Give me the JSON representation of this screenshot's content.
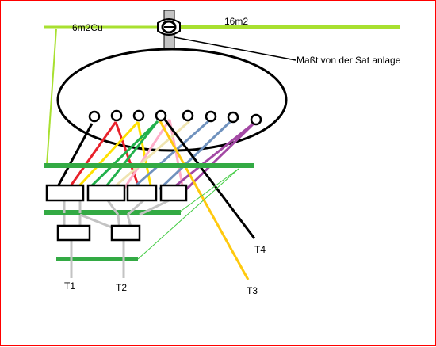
{
  "labels": {
    "wire_left": "6m2Cu",
    "wire_right": "16m2",
    "mast_note": "Maßt von der Sat anlage",
    "t1": "T1",
    "t2": "T2",
    "t3": "T3",
    "t4": "T4"
  },
  "colors": {
    "frame": "#ff0000",
    "outline": "#000000",
    "ground_bar": "#33aa44",
    "earth_wire_light": "#a8e030",
    "earth_wire_thin": "#44cc44",
    "cable_red": "#e8202a",
    "cable_yellow": "#ffe000",
    "cable_green": "#22b14c",
    "cable_pink": "#ffaec9",
    "cable_cream": "#efe4b0",
    "cable_blue": "#7092be",
    "cable_purple": "#a349a4",
    "cable_black": "#000000",
    "cable_orange_yellow": "#ffc90e",
    "coax_grey": "#c3c3c3"
  }
}
